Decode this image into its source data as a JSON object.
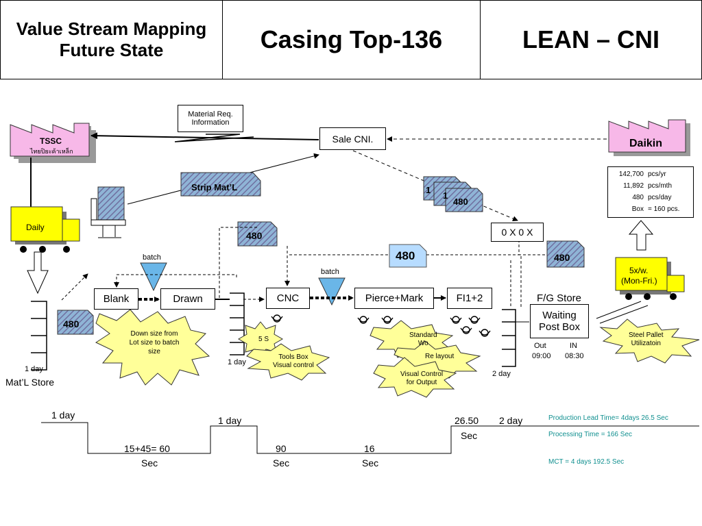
{
  "header": {
    "left_line1": "Value Stream Mapping",
    "left_line2": "Future State",
    "center": "Casing Top-136",
    "right": "LEAN – CNI"
  },
  "supplier": {
    "name": "TSSC",
    "subname": "ไทยปิยะค้าเหล็ก"
  },
  "customer": {
    "name": "Daikin"
  },
  "info_flow": {
    "material_req_line1": "Material Req.",
    "material_req_line2": "Information",
    "sale_box": "Sale CNI."
  },
  "demand_table": [
    {
      "qty": "142,700",
      "unit": "pcs/yr"
    },
    {
      "qty": "11,892",
      "unit": "pcs/mth"
    },
    {
      "qty": "480",
      "unit": "pcs/day"
    },
    {
      "qty": "Box",
      "unit": "= 160 pcs."
    }
  ],
  "kanban": {
    "strip": "Strip Mat’L",
    "post1": "1",
    "post2": "1",
    "post3": "480",
    "cnc_batch": "480",
    "center": "480",
    "right": "480",
    "store": "480"
  },
  "load_leveling": "0 X 0 X",
  "trucks": {
    "daily": "Daily",
    "ship_line1": "5x/w.",
    "ship_line2": "(Mon-Fri.)"
  },
  "processes": {
    "blank": "Blank",
    "drawn": "Drawn",
    "cnc": "CNC",
    "pierce": "Pierce+Mark",
    "fi": "FI1+2"
  },
  "batch_labels": {
    "left": "batch",
    "right": "batch"
  },
  "fg_store": {
    "title": "F/G Store",
    "box_line1": "Waiting",
    "box_line2": "Post Box",
    "out_label": "Out",
    "out_time": "09:00",
    "in_label": "IN",
    "in_time": "08:30"
  },
  "inventory": {
    "matl_days": "1 day",
    "matl_label": "Mat’L Store",
    "cnc_wip": "1 day",
    "fg_days": "2 day"
  },
  "kaizen": {
    "downsize": [
      "Down size from",
      "Lot size to batch",
      "size"
    ],
    "five_s": [
      "5 S"
    ],
    "tools": [
      "Tools Box",
      "Visual control"
    ],
    "standard": [
      "Standard",
      "Wo"
    ],
    "relayout": [
      "Re layout"
    ],
    "visual": [
      "Visual Control",
      "for Output"
    ],
    "pallet": [
      "Steel Pallet",
      "Utilizatoin"
    ]
  },
  "timeline": {
    "t1_top": "1 day",
    "t1_bottom_val": "15+45= 60",
    "t1_bottom_unit": "Sec",
    "t2_top": "1 day",
    "t2_bottom_val": "90",
    "t2_bottom_unit": "Sec",
    "t3_bottom_val": "16",
    "t3_bottom_unit": "Sec",
    "t4_top_val": "26.50",
    "t4_top_unit": "Sec",
    "t5_top": "2 day"
  },
  "summary": {
    "lead_time": "Production Lead Time= 4days 26.5 Sec",
    "processing": "Processing Time = 166  Sec",
    "mct": "MCT = 4 days 192.5 Sec"
  },
  "colors": {
    "factory": "#f7b8e8",
    "truck": "#ffff00",
    "kanban": "#8fb4d6",
    "kaizen": "#ffff99",
    "bigKanban": "#b7dcff"
  }
}
